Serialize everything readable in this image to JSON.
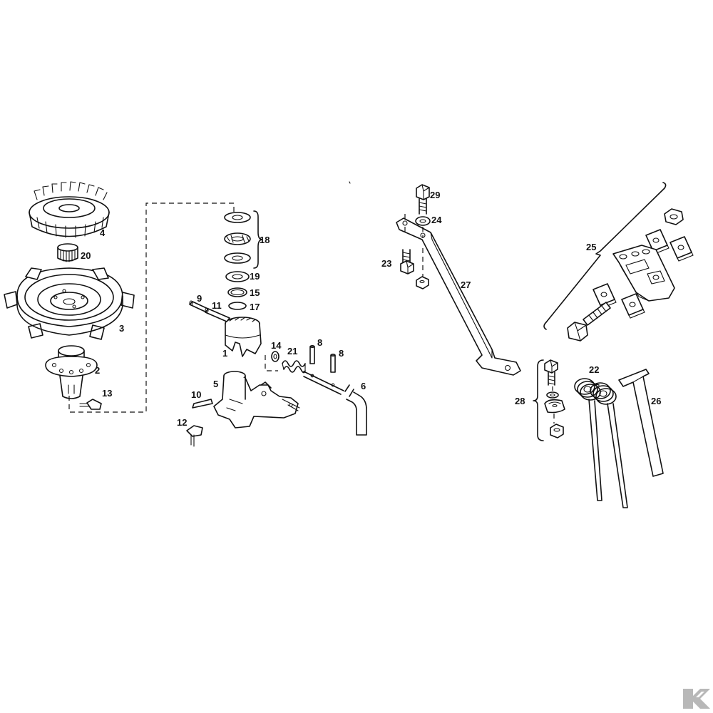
{
  "callouts": {
    "c1": "1",
    "c2": "2",
    "c3": "3",
    "c4": "4",
    "c5": "5",
    "c6": "6",
    "c8a": "8",
    "c8b": "8",
    "c9": "9",
    "c10": "10",
    "c11": "11",
    "c12": "12",
    "c13": "13",
    "c14": "14",
    "c15": "15",
    "c17": "17",
    "c18": "18",
    "c19": "19",
    "c20": "20",
    "c21": "21",
    "c22": "22",
    "c23": "23",
    "c24": "24",
    "c25": "25",
    "c26": "26",
    "c27": "27",
    "c28": "28",
    "c29": "29"
  },
  "logo": {
    "text": "K",
    "color": "#b8b8b8"
  },
  "colors": {
    "ink": "#111111",
    "paper": "#ffffff"
  }
}
